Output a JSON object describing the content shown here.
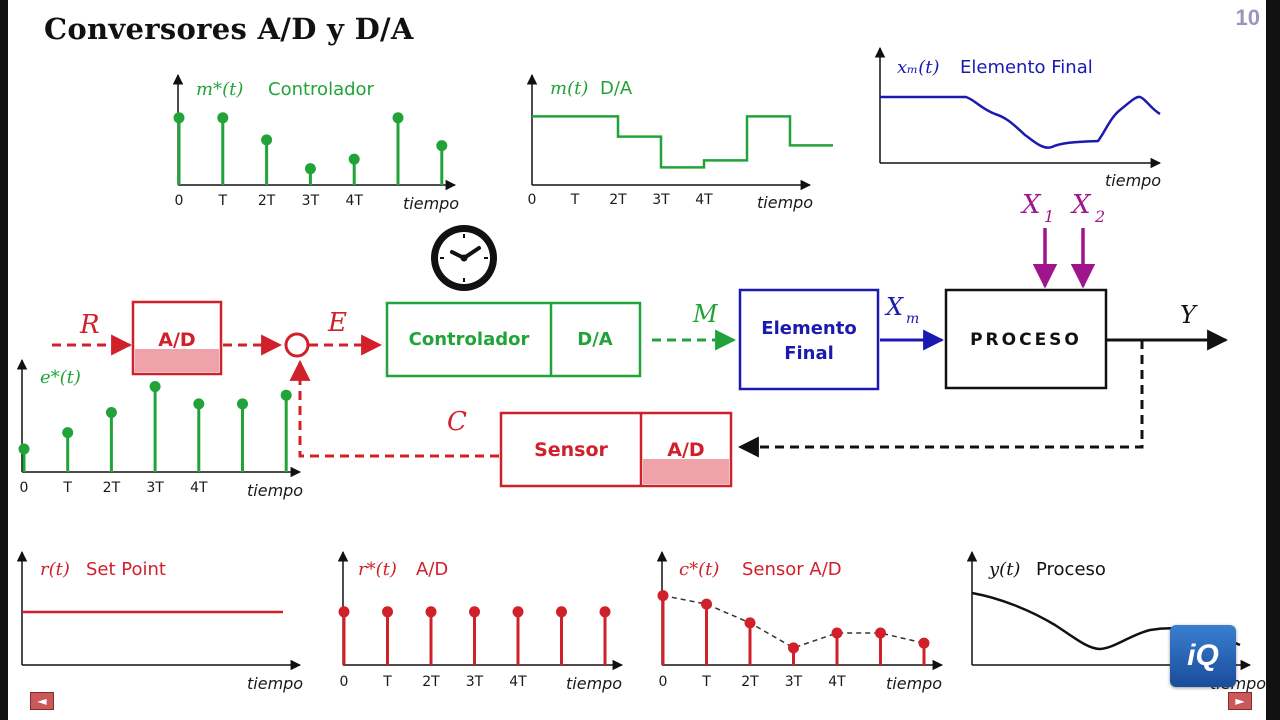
{
  "slide": {
    "title": "Conversores A/D y D/A",
    "page_number": "10"
  },
  "colors": {
    "green": "#22a33a",
    "red": "#d0202a",
    "blue": "#1a1ab0",
    "purple": "#a0158c",
    "black": "#111111"
  },
  "axis": {
    "time_label": "tiempo"
  },
  "charts": {
    "m_star": {
      "title_math": "m*(t)",
      "title_text": "Controlador",
      "ticks": [
        "0",
        "T",
        "2T",
        "3T",
        "4T"
      ],
      "values": [
        0.7,
        0.7,
        0.47,
        0.17,
        0.27,
        0.7,
        0.41
      ]
    },
    "m_da": {
      "title_math": "m(t)",
      "title_text": "D/A",
      "ticks": [
        "0",
        "T",
        "2T",
        "3T",
        "4T"
      ],
      "values": [
        0.78,
        0.78,
        0.55,
        0.2,
        0.28,
        0.78,
        0.45
      ]
    },
    "xm": {
      "title_math": "xₘ(t)",
      "title_text": "Elemento Final"
    },
    "e_star": {
      "title_math": "e*(t)",
      "ticks": [
        "0",
        "T",
        "2T",
        "3T",
        "4T"
      ],
      "values": [
        0.24,
        0.41,
        0.62,
        0.89,
        0.71,
        0.71,
        0.8
      ]
    },
    "r_set": {
      "title_math": "r(t)",
      "title_text": "Set Point"
    },
    "r_star": {
      "title_math": "r*(t)",
      "title_text": "A/D",
      "ticks": [
        "0",
        "T",
        "2T",
        "3T",
        "4T"
      ],
      "values": [
        0.7,
        0.7,
        0.7,
        0.7,
        0.7,
        0.7,
        0.7
      ]
    },
    "c_star": {
      "title_math": "c*(t)",
      "title_text": "Sensor A/D",
      "ticks": [
        "0",
        "T",
        "2T",
        "3T",
        "4T"
      ],
      "values": [
        0.89,
        0.78,
        0.54,
        0.22,
        0.41,
        0.41,
        0.28
      ]
    },
    "y_proc": {
      "title_math": "y(t)",
      "title_text": "Proceso"
    }
  },
  "blocks": {
    "ad_input": "A/D",
    "controller": "Controlador",
    "da": "D/A",
    "final_element_line1": "Elemento",
    "final_element_line2": "Final",
    "process": "PROCESO",
    "sensor": "Sensor",
    "ad_feedback": "A/D"
  },
  "signals": {
    "R": "R",
    "E": "E",
    "M": "M",
    "Xm": "X",
    "Xm_sub": "m",
    "Y": "Y",
    "C": "C",
    "X1": "X",
    "X1_sub": "1",
    "X2": "X",
    "X2_sub": "2"
  },
  "logo": {
    "text": "iQ"
  },
  "nav": {
    "prev": "◄",
    "next": "►"
  }
}
